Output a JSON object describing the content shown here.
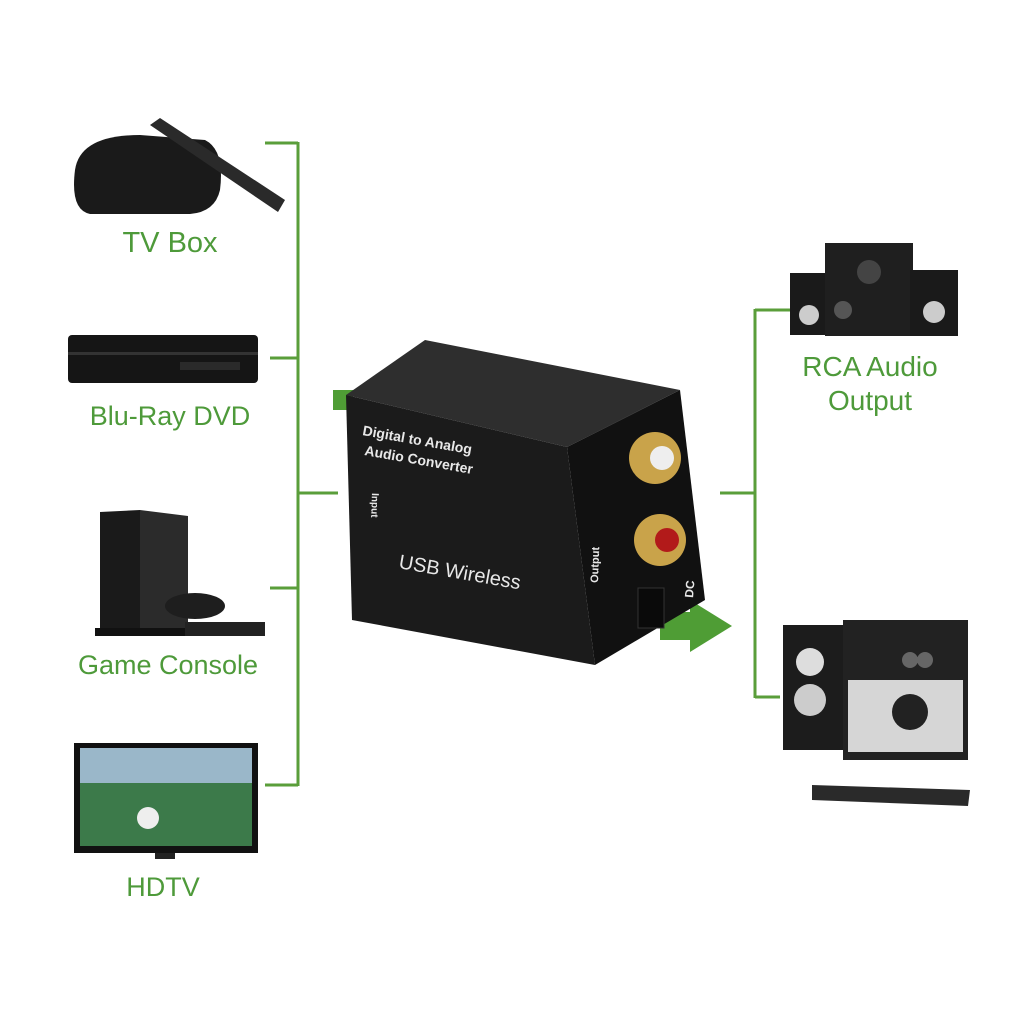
{
  "sources": [
    {
      "label": "TV Box",
      "icon": "tv-box-icon"
    },
    {
      "label": "Blu-Ray DVD",
      "icon": "bluray-player-icon"
    },
    {
      "label": "Game Console",
      "icon": "game-console-icon"
    },
    {
      "label": "HDTV",
      "icon": "hdtv-icon"
    }
  ],
  "outputs": [
    {
      "label_line1": "RCA Audio",
      "label_line2": "Output",
      "icon": "speakers-icon"
    },
    {
      "icon": "stereo-system-icon"
    }
  ],
  "device": {
    "title_line1": "Digital to Analog",
    "title_line2": "Audio Converter",
    "brand": "USB Wireless",
    "input_label": "Input",
    "output_label": "Output",
    "dc_label": "DC"
  },
  "colors": {
    "line": "#5a9e3a",
    "label": "#4e9a3a",
    "device": "#1c1c1c"
  }
}
